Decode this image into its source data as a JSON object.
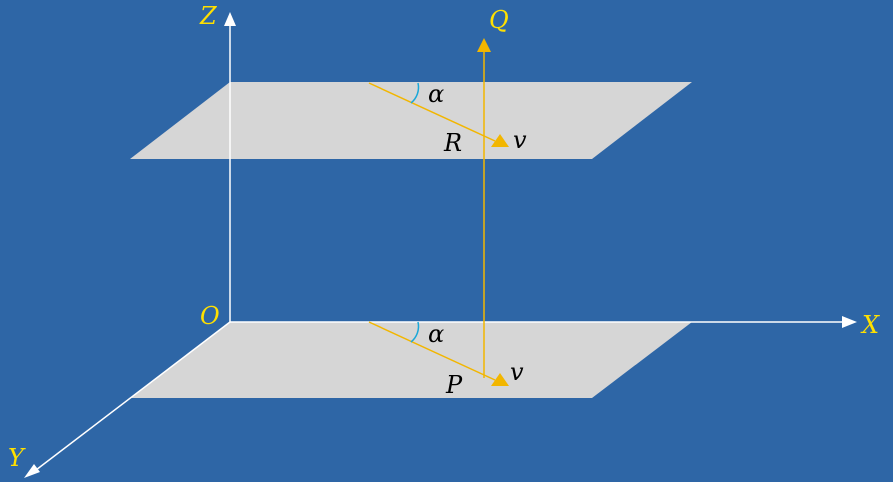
{
  "colors": {
    "background": "#2e66a6",
    "plane": "#d6d6d6",
    "axis": "#ffffff",
    "vector": "#f2b600",
    "label_yellow": "#ffe000",
    "label_dark": "#000000",
    "angle_arc": "#1aa7d8"
  },
  "labels": {
    "z_axis": "Z",
    "x_axis": "X",
    "y_axis": "Y",
    "origin": "O",
    "point_q": "Q",
    "point_r": "R",
    "point_p": "P",
    "velocity_top": "v",
    "velocity_bottom": "v",
    "angle_top": "α",
    "angle_bottom": "α"
  }
}
